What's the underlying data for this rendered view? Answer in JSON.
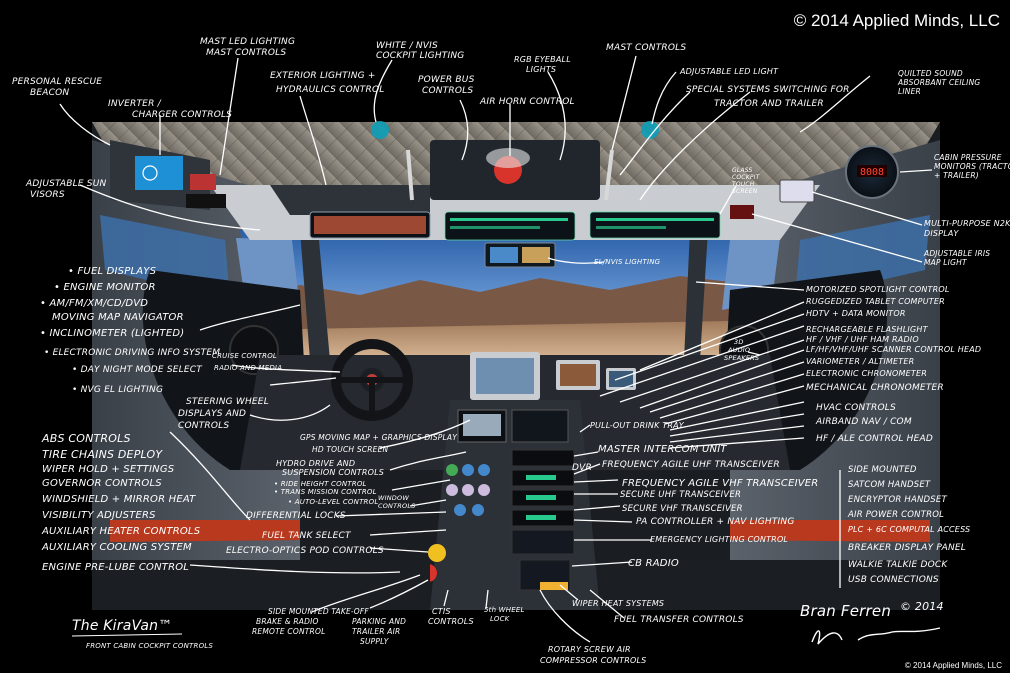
{
  "copyright_top": "© 2014 Applied Minds, LLC",
  "copyright_bottom": "© 2014 Applied Minds, LLC",
  "colors": {
    "background": "#000000",
    "annotation": "#ffffff",
    "accent_red": "#d9342b",
    "screen_blue": "#1e90d6",
    "screen_green": "#27c98c"
  },
  "signature": {
    "author": "Bran Ferren",
    "year_mark": "© 2014",
    "work_title": "The KiraVan™",
    "work_subtitle": "FRONT CABIN COCKPIT CONTROLS"
  },
  "dash": {
    "gauge_readout": "8008"
  },
  "labels": {
    "personal_rescue_beacon": "PERSONAL RESCUE BEACON",
    "inverter_charger": "INVERTER / CHARGER CONTROLS",
    "mast_led": "MAST LED LIGHTING MAST CONTROLS",
    "exterior_lighting": "EXTERIOR LIGHTING + HYDRAULICS CONTROL",
    "white_nvis": "WHITE / NVIS COCKPIT LIGHTING",
    "power_bus": "POWER BUS CONTROLS",
    "rgb_eyeball": "RGB EYEBALL LIGHTS",
    "air_horn": "AIR HORN CONTROL",
    "mast_controls": "MAST CONTROLS",
    "adjustable_led": "ADJUSTABLE LED LIGHT",
    "special_systems": "SPECIAL SYSTEMS SWITCHING FOR TRACTOR AND TRAILER",
    "quilted_sound": "QUILTED SOUND ABSORBANT CEILING LINER",
    "glass_cockpit": "GLASS COCKPIT TOUCH SCREEN",
    "cabin_pressure": "CABIN PRESSURE MONITORS (TRACTOR + TRAILER)",
    "multi_purpose": "MULTI-PURPOSE N2K DISPLAY",
    "adjustable_iris": "ADJUSTABLE IRIS MAP LIGHT",
    "sun_visors": "ADJUSTABLE SUN VISORS",
    "el_nvis": "EL/NVIS LIGHTING",
    "motorized_spotlight": "MOTORIZED SPOTLIGHT CONTROL",
    "ruggedized_tablet": "RUGGEDIZED TABLET COMPUTER",
    "hdtv": "HDTV + DATA MONITOR",
    "rechargeable_flashlight": "RECHARGEABLE FLASHLIGHT",
    "hf_radio": "HF / VHF / UHF HAM RADIO",
    "lf_scanner": "LF/HF/VHF/UHF SCANNER CONTROL HEAD",
    "variometer": "VARIOMETER / ALTIMETER",
    "electronic_chrono": "ELECTRONIC CHRONOMETER",
    "mechanical_chrono": "MECHANICAL CHRONOMETER",
    "hvac": "HVAC CONTROLS",
    "airband": "AIRBAND NAV / COM",
    "hf_ale": "HF / ALE CONTROL HEAD",
    "audio_speakers": "3D AUDIO SPEAKERS",
    "fuel_display": "• FUEL DISPLAYS",
    "engine_monitor": "• ENGINE MONITOR",
    "am_fm": "• AM/FM/XM/CD/DVD",
    "moving_map": "MOVING MAP NAVIGATOR",
    "inclinometer": "• INCLINOMETER (LIGHTED)",
    "electronic_driving": "• ELECTRONIC DRIVING INFO SYSTEM",
    "day_night": "• DAY NIGHT MODE SELECT",
    "nvg_el": "• NVG EL LIGHTING",
    "cruise_control": "CRUISE CONTROL",
    "radio_media": "RADIO AND MEDIA",
    "steering_wheel": "STEERING WHEEL DISPLAYS AND CONTROLS",
    "gps_moving_map": "GPS MOVING MAP + GRAPHICS DISPLAY",
    "hd_touch": "HD TOUCH SCREEN",
    "hydro_drive": "HYDRO DRIVE AND SUSPENSION CONTROLS",
    "ride_height": "• RIDE HEIGHT CONTROL",
    "transmission": "• TRANS MISSION CONTROL",
    "auto_level": "• AUTO-LEVEL CONTROL",
    "window_controls": "WINDOW CONTROLS",
    "differential": "DIFFERENTIAL LOCKS",
    "fuel_tank": "FUEL TANK SELECT",
    "electro_optics": "ELECTRO-OPTICS POD CONTROLS",
    "pull_out": "PULL-OUT DRINK TRAY",
    "master_intercom": "MASTER INTERCOM UNIT",
    "dvr": "DVR",
    "freq_agile_uhf": "FREQUENCY AGILE UHF TRANSCEIVER",
    "freq_agile_vhf": "FREQUENCY AGILE VHF TRANSCEIVER",
    "secure_uhf": "SECURE UHF TRANSCEIVER",
    "secure_vhf": "SECURE VHF TRANSCEIVER",
    "pa_controller": "PA CONTROLLER + NAV LIGHTING",
    "emergency": "EMERGENCY LIGHTING CONTROL",
    "cb_radio": "CB RADIO",
    "wiper_heat": "WIPER HEAT SYSTEMS",
    "fuel_transfer": "FUEL TRANSFER CONTROLS",
    "side_mounted": "SIDE MOUNTED",
    "satcom": "SATCOM HANDSET",
    "encryptor": "ENCRYPTOR HANDSET",
    "air_power": "AIR POWER CONTROL",
    "plc": "PLC + 6C COMPUTAL ACCESS",
    "breaker": "BREAKER DISPLAY PANEL",
    "walkie": "WALKIE TALKIE DOCK",
    "usb": "USB CONNECTIONS",
    "abs": "ABS CONTROLS",
    "tire_chains": "TIRE CHAINS DEPLOY",
    "wiper_hold": "WIPER HOLD + SETTINGS",
    "governor": "GOVERNOR CONTROLS",
    "windshield": "WINDSHIELD + MIRROR HEAT",
    "visibility": "VISIBILITY ADJUSTERS",
    "auxiliary_heater": "AUXILIARY HEATER CONTROLS",
    "auxiliary_cooling": "AUXILIARY COOLING SYSTEM",
    "engine_prelube": "ENGINE PRE-LUBE CONTROL",
    "side_mounted_brake": "SIDE MOUNTED TAKE-OFF BRAKE & RADIO REMOTE CONTROL",
    "parking": "PARKING AND TRAILER AIR SUPPLY",
    "ctis": "CTIS CONTROLS",
    "fifth_wheel": "5th WHEEL LOCK",
    "rotary_screw": "ROTARY SCREW AIR COMPRESSOR CONTROLS"
  }
}
